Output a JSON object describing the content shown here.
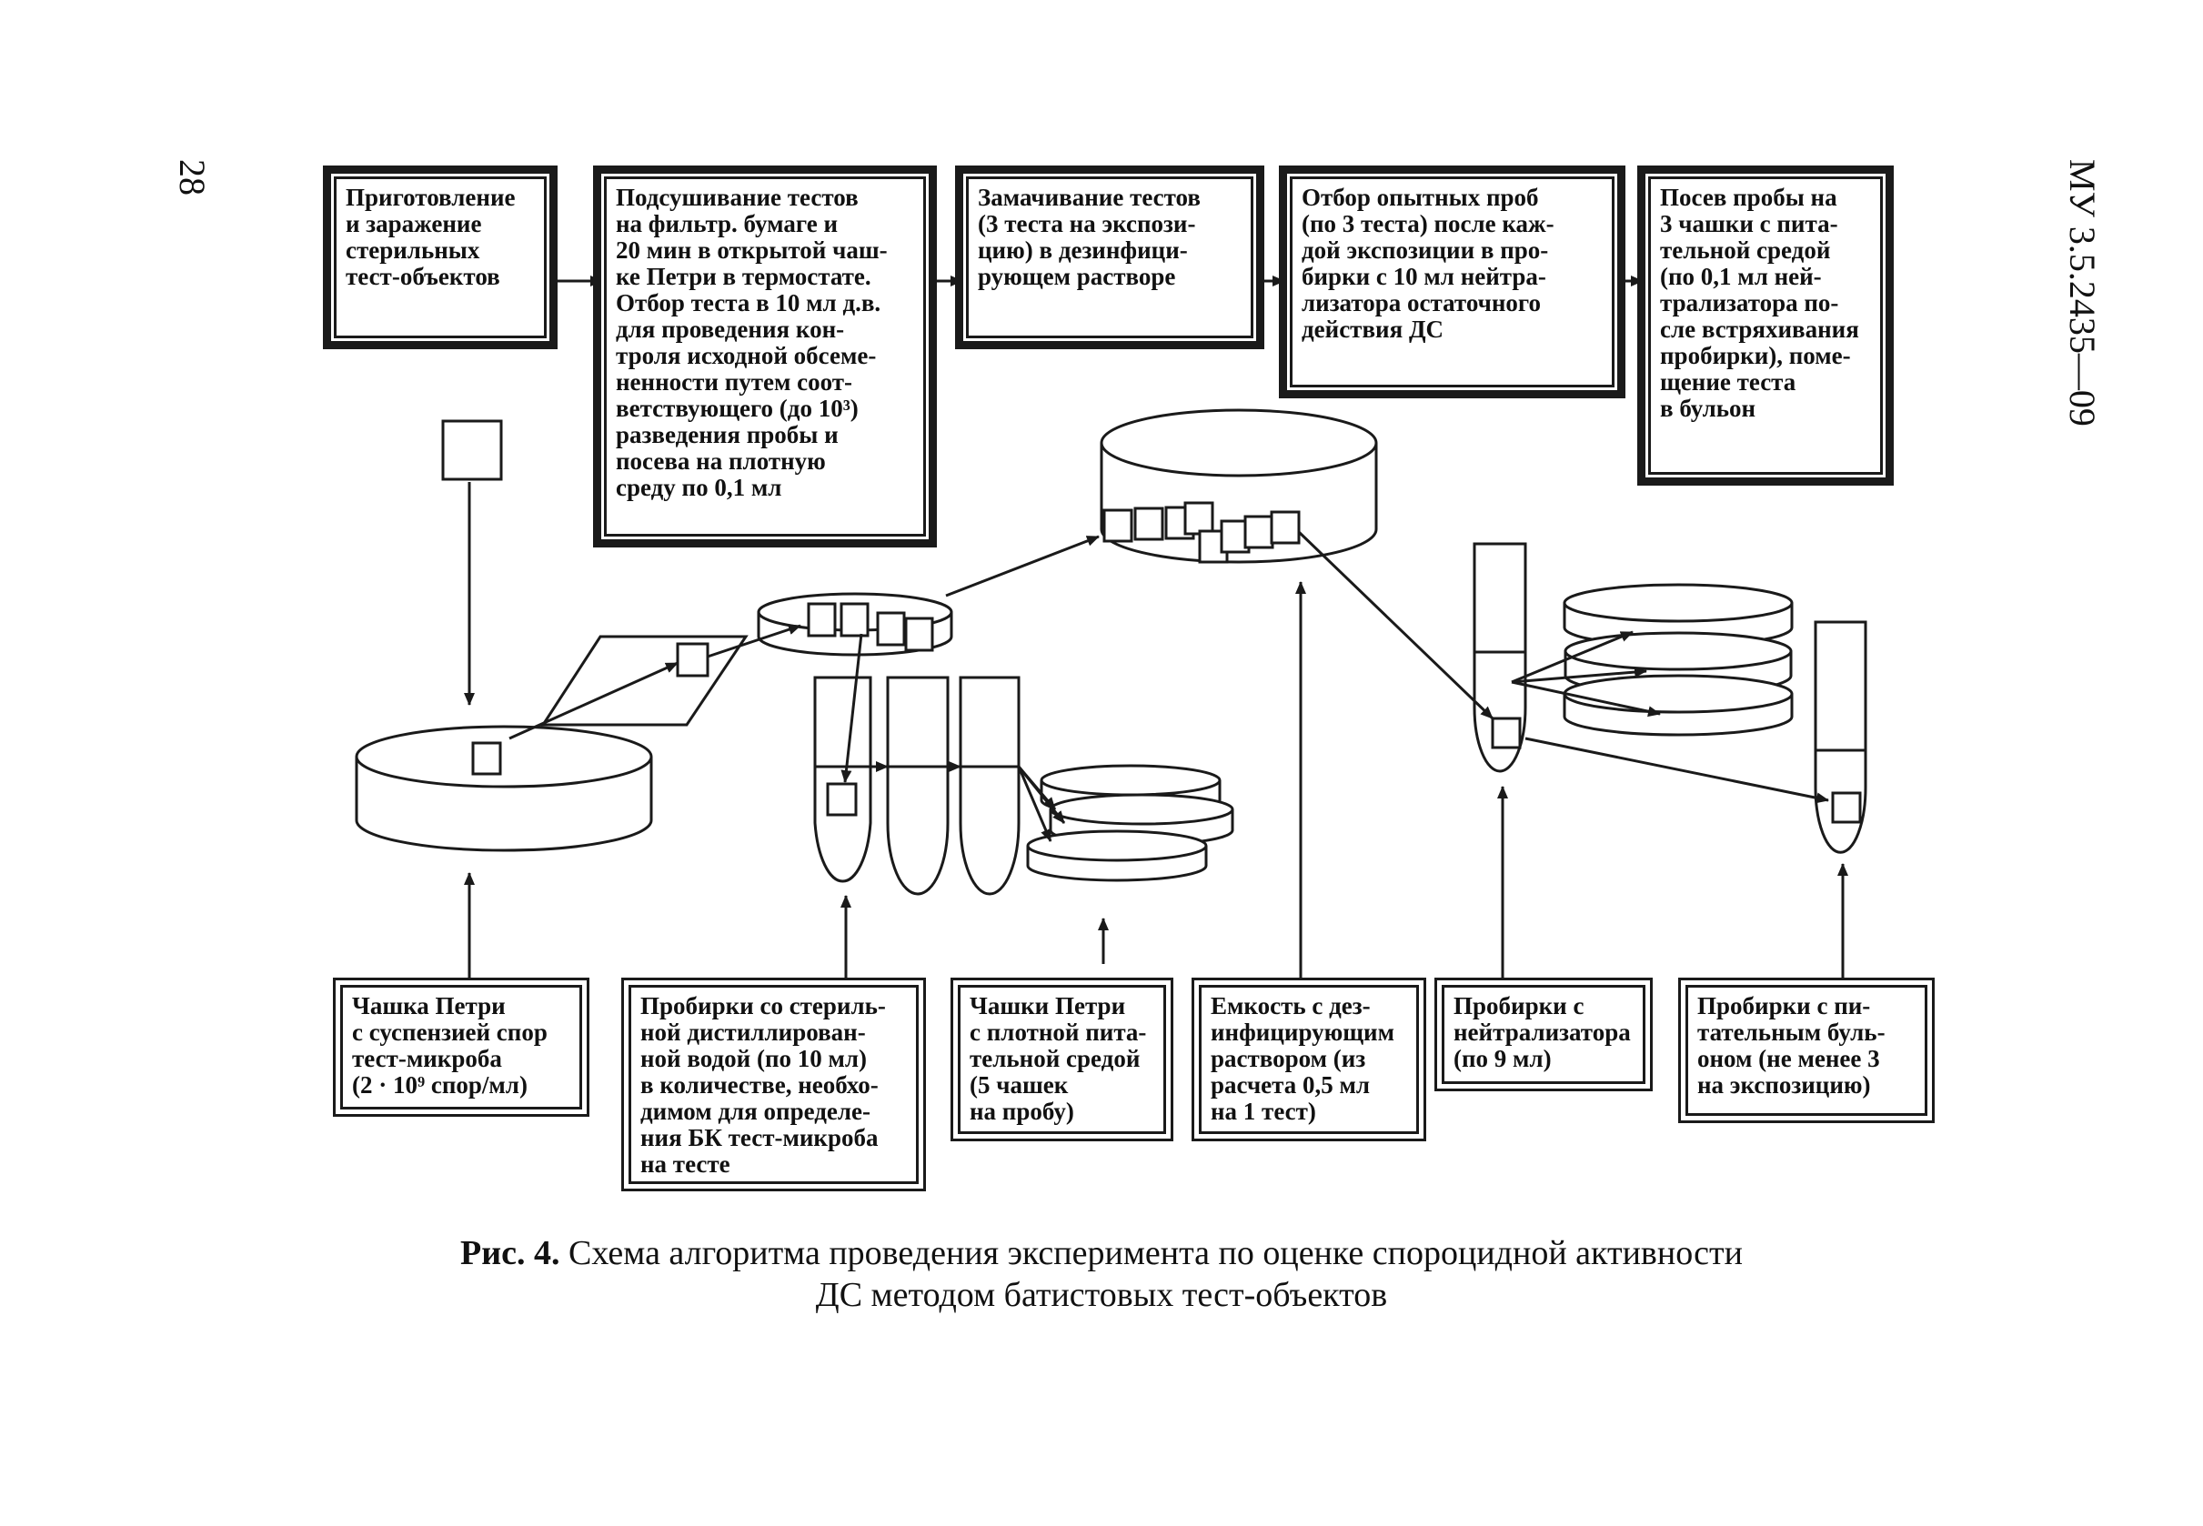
{
  "page": {
    "number": "28",
    "doc_code": "МУ 3.5.2435—09"
  },
  "steps": [
    {
      "id": "step-1",
      "text": "Приготовление\nи заражение\nстерильных\nтест-объектов"
    },
    {
      "id": "step-2",
      "text": "Подсушивание тестов\nна фильтр. бумаге и\n20 мин в открытой чаш-\nке Петри в термостате.\nОтбор теста в 10 мл д.в.\nдля проведения кон-\nтроля исходной обсеме-\nненности путем соот-\nветствующего (до 10³)\nразведения пробы и\nпосева на плотную\nсреду по 0,1 мл"
    },
    {
      "id": "step-3",
      "text": "Замачивание тестов\n(3 теста на экспози-\nцию) в дезинфици-\nрующем растворе"
    },
    {
      "id": "step-4",
      "text": "Отбор опытных проб\n(по 3 теста) после каж-\nдой экспозиции в про-\nбирки с 10 мл нейтра-\nлизатора остаточного\nдействия ДС"
    },
    {
      "id": "step-5",
      "text": "Посев пробы на\n3 чашки с пита-\nтельной средой\n(по 0,1 мл ней-\nтрализатора по-\nсле встряхивания\nпробирки), поме-\nщение теста\nв бульон"
    }
  ],
  "materials": [
    {
      "id": "material-1",
      "text": "Чашка Петри\nс суспензией спор\nтест-микроба\n(2 · 10⁹ спор/мл)"
    },
    {
      "id": "material-2",
      "text": "Пробирки со стериль-\nной дистиллирован-\nной водой (по 10 мл)\nв количестве, необхо-\nдимом для определе-\nния БК тест-микроба\nна тесте"
    },
    {
      "id": "material-3",
      "text": "Чашки Петри\nс плотной пита-\nтельной средой\n(5 чашек\nна пробу)"
    },
    {
      "id": "material-4",
      "text": "Емкость с дез-\nинфицирующим\nраствором (из\nрасчета 0,5 мл\nна 1 тест)"
    },
    {
      "id": "material-5",
      "text": "Пробирки с\nнейтрализатора\n(по 9 мл)"
    },
    {
      "id": "material-6",
      "text": "Пробирки с пи-\nтательным буль-\nоном (не менее 3\nна экспозицию)"
    }
  ],
  "caption": {
    "label": "Рис. 4.",
    "line1": "Схема алгоритма проведения эксперимента по оценке спороцидной активности",
    "line2": "ДС методом батистовых тест-объектов"
  },
  "colors": {
    "ink": "#1a1a1a",
    "paper": "#ffffff"
  }
}
